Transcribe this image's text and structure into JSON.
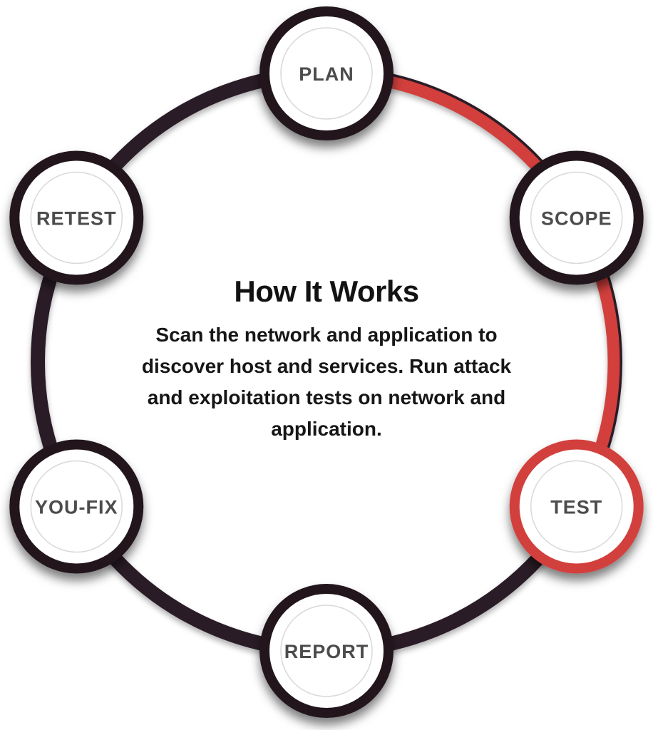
{
  "diagram": {
    "title": "How It Works",
    "description": "Scan the network and application to discover host and services. Run attack and exploitation tests on network and application.",
    "active_step": "TEST",
    "steps": [
      {
        "label": "PLAN",
        "active": false
      },
      {
        "label": "SCOPE",
        "active": false
      },
      {
        "label": "TEST",
        "active": true
      },
      {
        "label": "REPORT",
        "active": false
      },
      {
        "label": "YOU-FIX",
        "active": false
      },
      {
        "label": "RETEST",
        "active": false
      }
    ],
    "colors": {
      "ring_dark": "#291b27",
      "node_border_dark": "#20181f",
      "active_red": "#d23f3c",
      "label_gray": "#4c4c4c",
      "inner_ring_gray": "#d9d9d9",
      "title_black": "#121212",
      "background": "#ffffff"
    }
  }
}
